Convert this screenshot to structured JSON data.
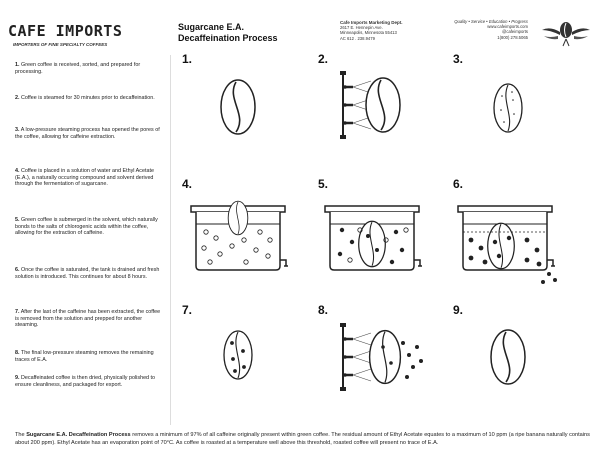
{
  "header": {
    "logo": "CAFE IMPORTS",
    "tagline": "IMPORTERS OF FINE SPECIALTY COFFEES",
    "title_line1": "Sugarcane E.A.",
    "title_line2": "Decaffeination Process",
    "dept": {
      "name": "Cafe Imports Marketing Dept.",
      "address1": "2617 E. Hennepin Ave.",
      "address2": "Minneapolis, Minnesota 55413",
      "phone": "AC 612 . 238.9479"
    },
    "contact": {
      "values": "Quality • Service • Education • Progress",
      "website": "www.cafeimports.com",
      "social": "@cafeimports",
      "phone": "1(800) 278.5065"
    }
  },
  "steps": [
    {
      "num": "1.",
      "text": "Green coffee is received, sorted, and prepared for processing."
    },
    {
      "num": "2.",
      "text": "Coffee is steamed for 30 minutes prior to decaffeination."
    },
    {
      "num": "3.",
      "text": "A low-pressure steaming process has opened the pores of the coffee, allowing for caffeine extraction."
    },
    {
      "num": "4.",
      "text": "Coffee is placed in a solution of water and Ethyl Acetate (E.A.), a naturally occuring compound and solvent derived through the fermentation of sugarcane."
    },
    {
      "num": "5.",
      "text": "Green coffee is submerged in the solvent, which naturally bonds to the salts of chlorogenic acids within the coffee, allowing for the extraction of caffeine."
    },
    {
      "num": "6.",
      "text": "Once the coffee is saturated, the tank is drained and fresh solution is introduced. This continues for about 8 hours."
    },
    {
      "num": "7.",
      "text": "After the last of the caffeine has been extracted, the coffee is removed from the solution and prepped for another steaming."
    },
    {
      "num": "8.",
      "text": "The final low-pressure steaming removes the remaining traces of E.A."
    },
    {
      "num": "9.",
      "text": "Decaffeinated coffee is then dried, physically polished to ensure cleanliness, and packaged for export."
    }
  ],
  "panels": [
    "1.",
    "2.",
    "3.",
    "4.",
    "5.",
    "6.",
    "7.",
    "8.",
    "9."
  ],
  "footer": {
    "bold": "Sugarcane E.A. Decaffeination Process",
    "pre": "The ",
    "text": " removes a minimum of 97% of all caffeine originally present within green coffee. The residual amount of Ethyl Acetate equates to a maximum of 10 ppm (a ripe banana naturally contains about 200 ppm). Ethyl Acetate has an evaporation point of 70°C. As coffee is roasted at a temperature well above this threshold, roasted coffee will present no trace of E.A."
  }
}
